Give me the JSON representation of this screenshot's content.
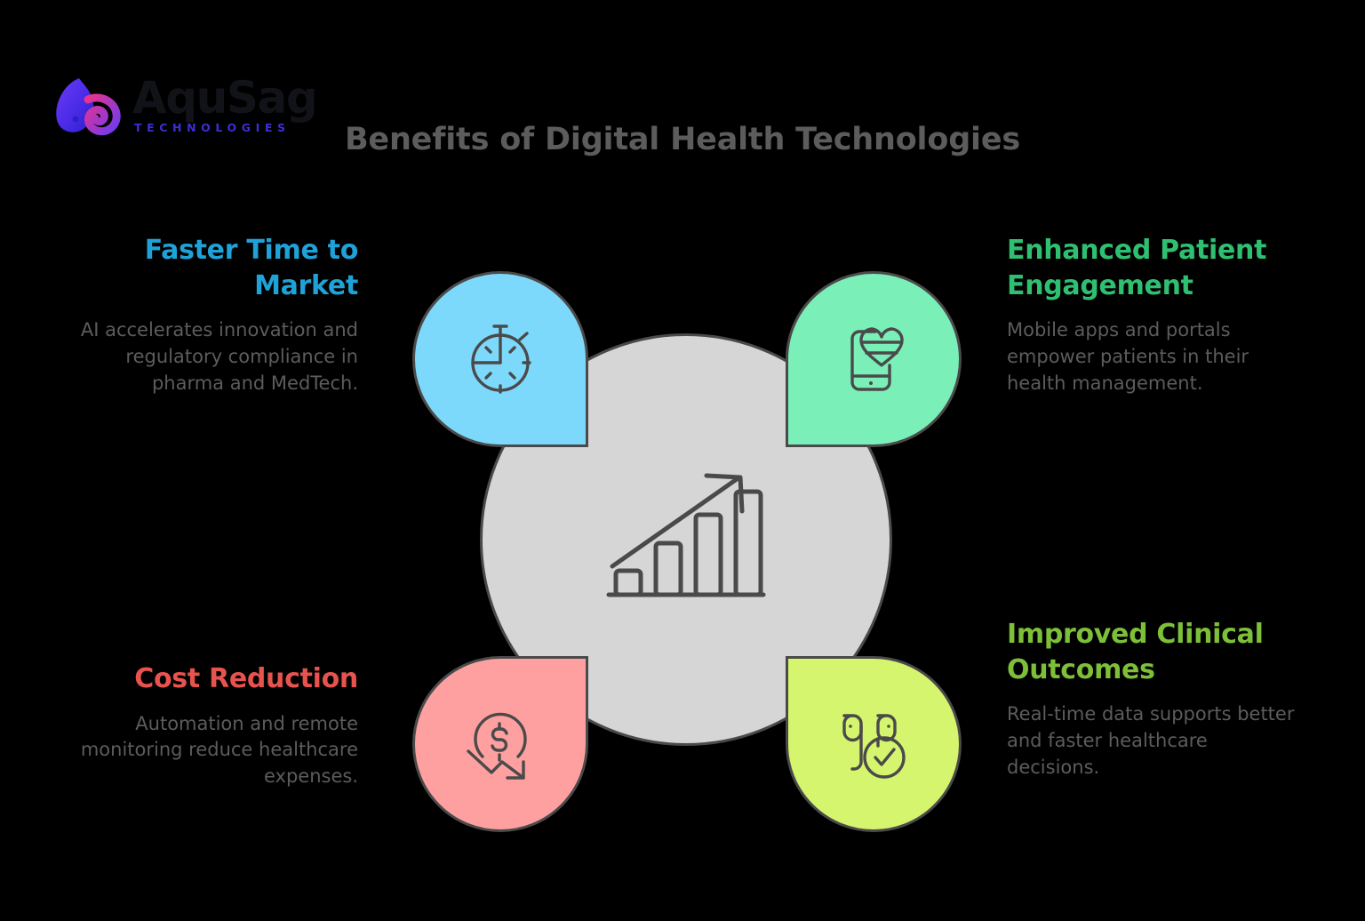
{
  "brand": {
    "name": "AquSag",
    "tagline": "TECHNOLOGIES",
    "logo_icon": "aqusag-swirl-logo",
    "word_color": "#111318",
    "tagline_color": "#3B2FD6"
  },
  "header": {
    "title": "Benefits of Digital Health Technologies",
    "title_color": "#5C5C5C"
  },
  "hub": {
    "icon": "growth-bar-chart-icon",
    "fill": "#D6D6D6",
    "stroke": "#4A4A4A"
  },
  "benefits": [
    {
      "id": "faster-time-to-market",
      "heading": "Faster Time to Market",
      "body": "AI accelerates innovation and regulatory compliance in pharma and MedTech.",
      "heading_color": "#1FA2D8",
      "badge_color": "#7DD9FB",
      "icon": "stopwatch-icon",
      "position": "top-left"
    },
    {
      "id": "enhanced-patient-engagement",
      "heading": "Enhanced Patient Engagement",
      "body": "Mobile apps and portals empower patients in their health management.",
      "heading_color": "#2FBF71",
      "badge_color": "#7AEFB8",
      "icon": "mobile-heart-icon",
      "position": "top-right"
    },
    {
      "id": "cost-reduction",
      "heading": "Cost Reduction",
      "body": "Automation and remote monitoring reduce healthcare expenses.",
      "heading_color": "#E8534E",
      "badge_color": "#FFA0A0",
      "icon": "dollar-down-arrow-icon",
      "position": "bottom-left"
    },
    {
      "id": "improved-clinical-outcomes",
      "heading": "Improved Clinical Outcomes",
      "body": "Real-time data supports better and faster healthcare decisions.",
      "heading_color": "#7DBF38",
      "badge_color": "#D6F56E",
      "icon": "stethoscope-check-icon",
      "position": "bottom-right"
    }
  ],
  "background_color": "#000000"
}
